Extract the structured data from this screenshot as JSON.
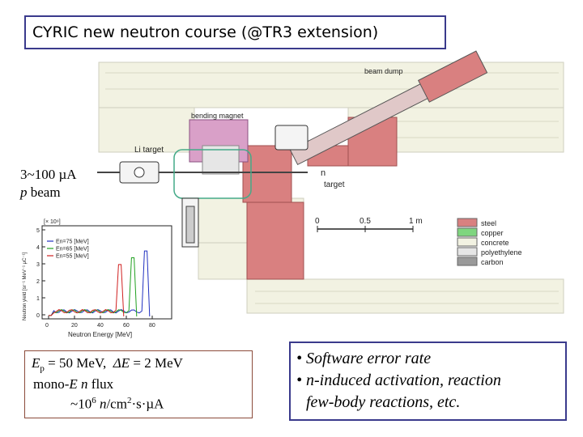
{
  "title": "CYRIC new neutron course (@TR3 extension)",
  "beam": {
    "current": "3~100 µA",
    "particle": "p",
    "word": "beam"
  },
  "info_left": {
    "ep_sym": "E",
    "ep_sub": "p",
    "ep_val": " = 50 MeV,",
    "de_sym": "ΔE",
    "de_val": " = 2 MeV",
    "line2_a": "mono-",
    "line2_e": "E",
    "line2_n": " n",
    "line2_b": " flux",
    "flux_a": "~10",
    "flux_exp": "6",
    "flux_n": " n",
    "flux_b": "/cm",
    "flux_exp2": "2",
    "flux_c": "·s·µA"
  },
  "info_right": {
    "items": [
      "• Software error rate",
      "• n-induced activation, reaction",
      "few-body reactions, etc."
    ]
  },
  "layout_labels": {
    "beam_dump": "beam dump",
    "bending_magnet": "bending magnet",
    "li_target": "Li target",
    "n_mark": "n",
    "target": "target",
    "scale": [
      "0",
      "0.5",
      "1 m"
    ]
  },
  "legend": [
    {
      "label": "steel",
      "color": "#d98080"
    },
    {
      "label": "copper",
      "color": "#7fd67f"
    },
    {
      "label": "concrete",
      "color": "#f2f2e2"
    },
    {
      "label": "polyethylene",
      "color": "#e6e6e6"
    },
    {
      "label": "carbon",
      "color": "#9a9a9a"
    }
  ],
  "plot": {
    "exponent": "[× 10⁹]",
    "ylabel": "Neutron yield [sr⁻¹ MeV⁻¹ µC⁻¹]",
    "xlabel": "Neutron Energy [MeV]",
    "xticks": [
      "0",
      "20",
      "40",
      "60",
      "80"
    ],
    "yticks": [
      "5",
      "4",
      "3",
      "2",
      "1",
      "0"
    ],
    "legend": [
      {
        "label": "En=75 [MeV]",
        "color": "#2030c0"
      },
      {
        "label": "En=65 [MeV]",
        "color": "#20a020"
      },
      {
        "label": "En=55 [MeV]",
        "color": "#d02020"
      }
    ]
  }
}
